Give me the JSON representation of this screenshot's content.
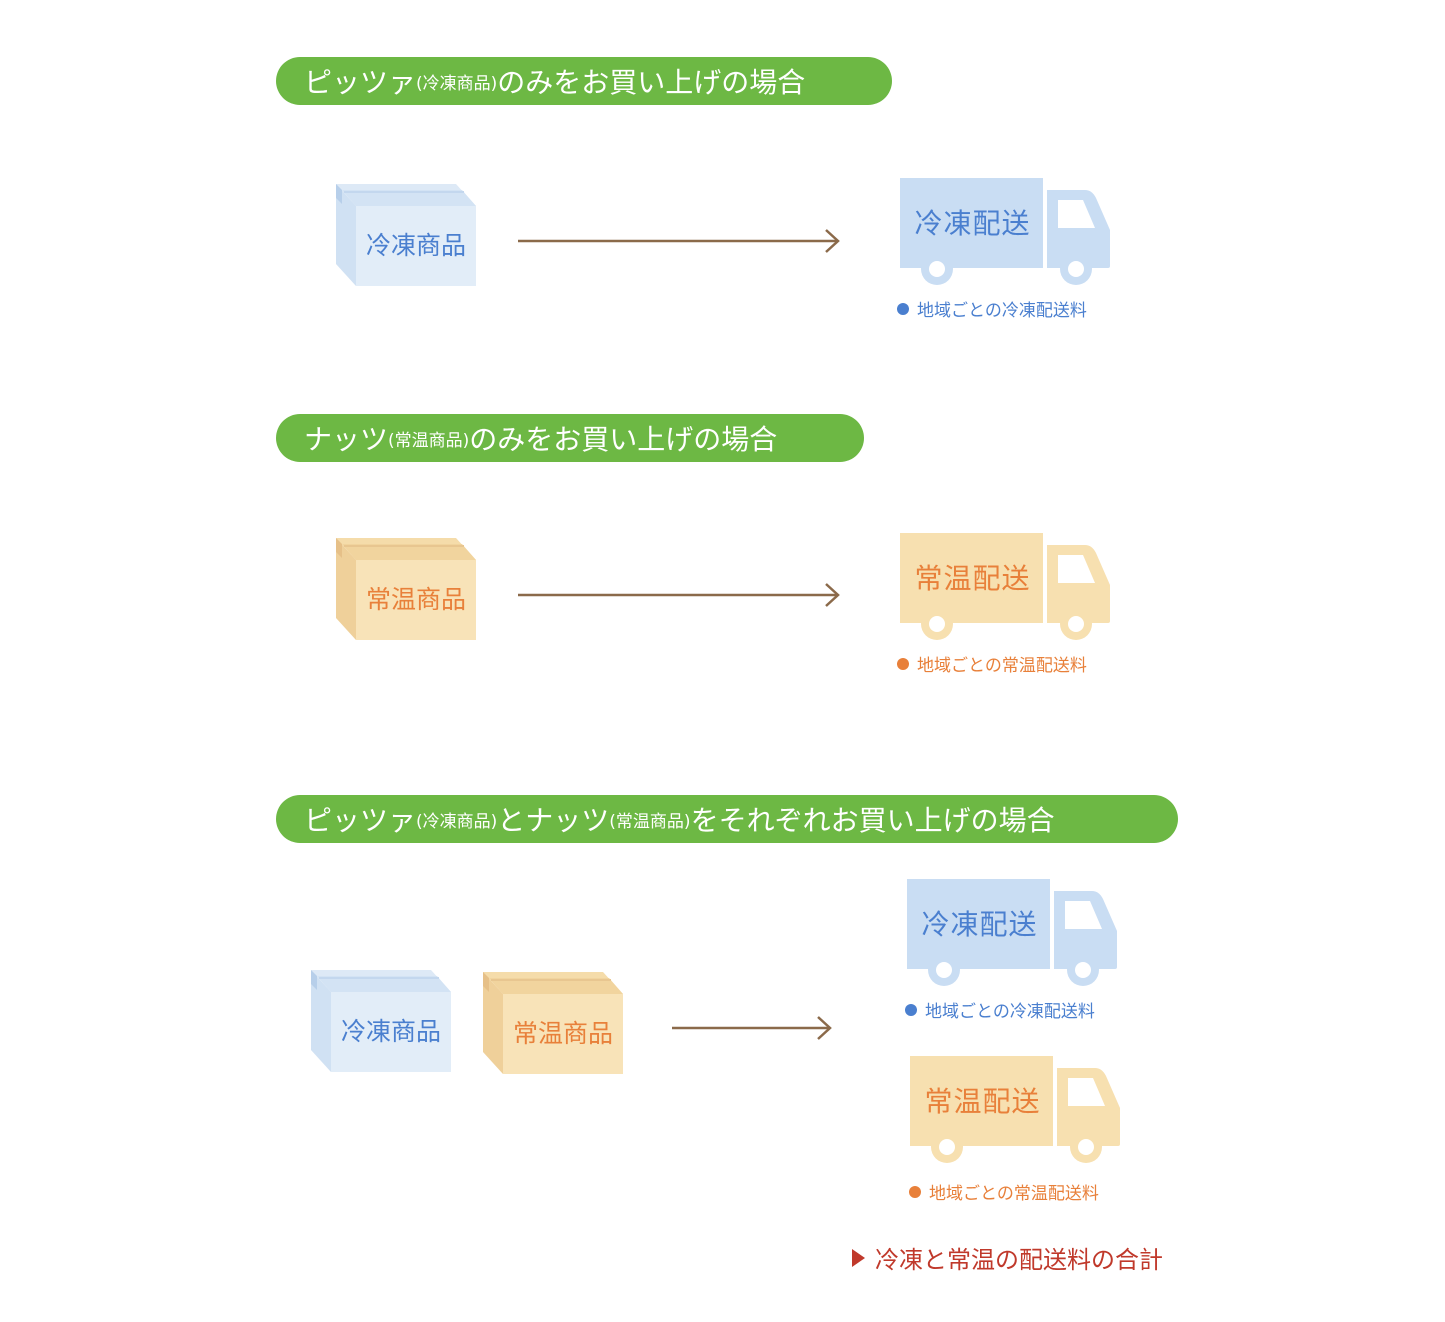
{
  "colors": {
    "green": "#6db844",
    "frozen_fill": "#c9ddf3",
    "frozen_text": "#4a7fcf",
    "ambient_fill": "#f7e0b0",
    "ambient_text": "#e8803a",
    "arrow": "#8b6a4a",
    "total_text": "#c0392b"
  },
  "sections": [
    {
      "title_before": "ピッツァ",
      "title_small": "(冷凍商品)",
      "title_after": "のみをお買い上げの場合",
      "box_label": "冷凍商品",
      "truck_label": "冷凍配送",
      "fee_label": "地域ごとの冷凍配送料"
    },
    {
      "title_before": "ナッツ",
      "title_small": "(常温商品)",
      "title_after": "のみをお買い上げの場合",
      "box_label": "常温商品",
      "truck_label": "常温配送",
      "fee_label": "地域ごとの常温配送料"
    },
    {
      "title_parts": [
        "ピッツァ",
        "(冷凍商品)",
        "とナッツ",
        "(常温商品)",
        "をそれぞれお買い上げの場合"
      ],
      "boxes": [
        "冷凍商品",
        "常温商品"
      ],
      "trucks": [
        {
          "label": "冷凍配送",
          "fee": "地域ごとの冷凍配送料"
        },
        {
          "label": "常温配送",
          "fee": "地域ごとの常温配送料"
        }
      ],
      "total": "冷凍と常温の配送料の合計"
    }
  ],
  "icons": {
    "box": "cardboard-box-icon",
    "truck": "delivery-truck-icon",
    "arrow": "right-arrow-icon",
    "bullet": "dot-bullet-icon",
    "total_marker": "triangle-right-icon"
  }
}
